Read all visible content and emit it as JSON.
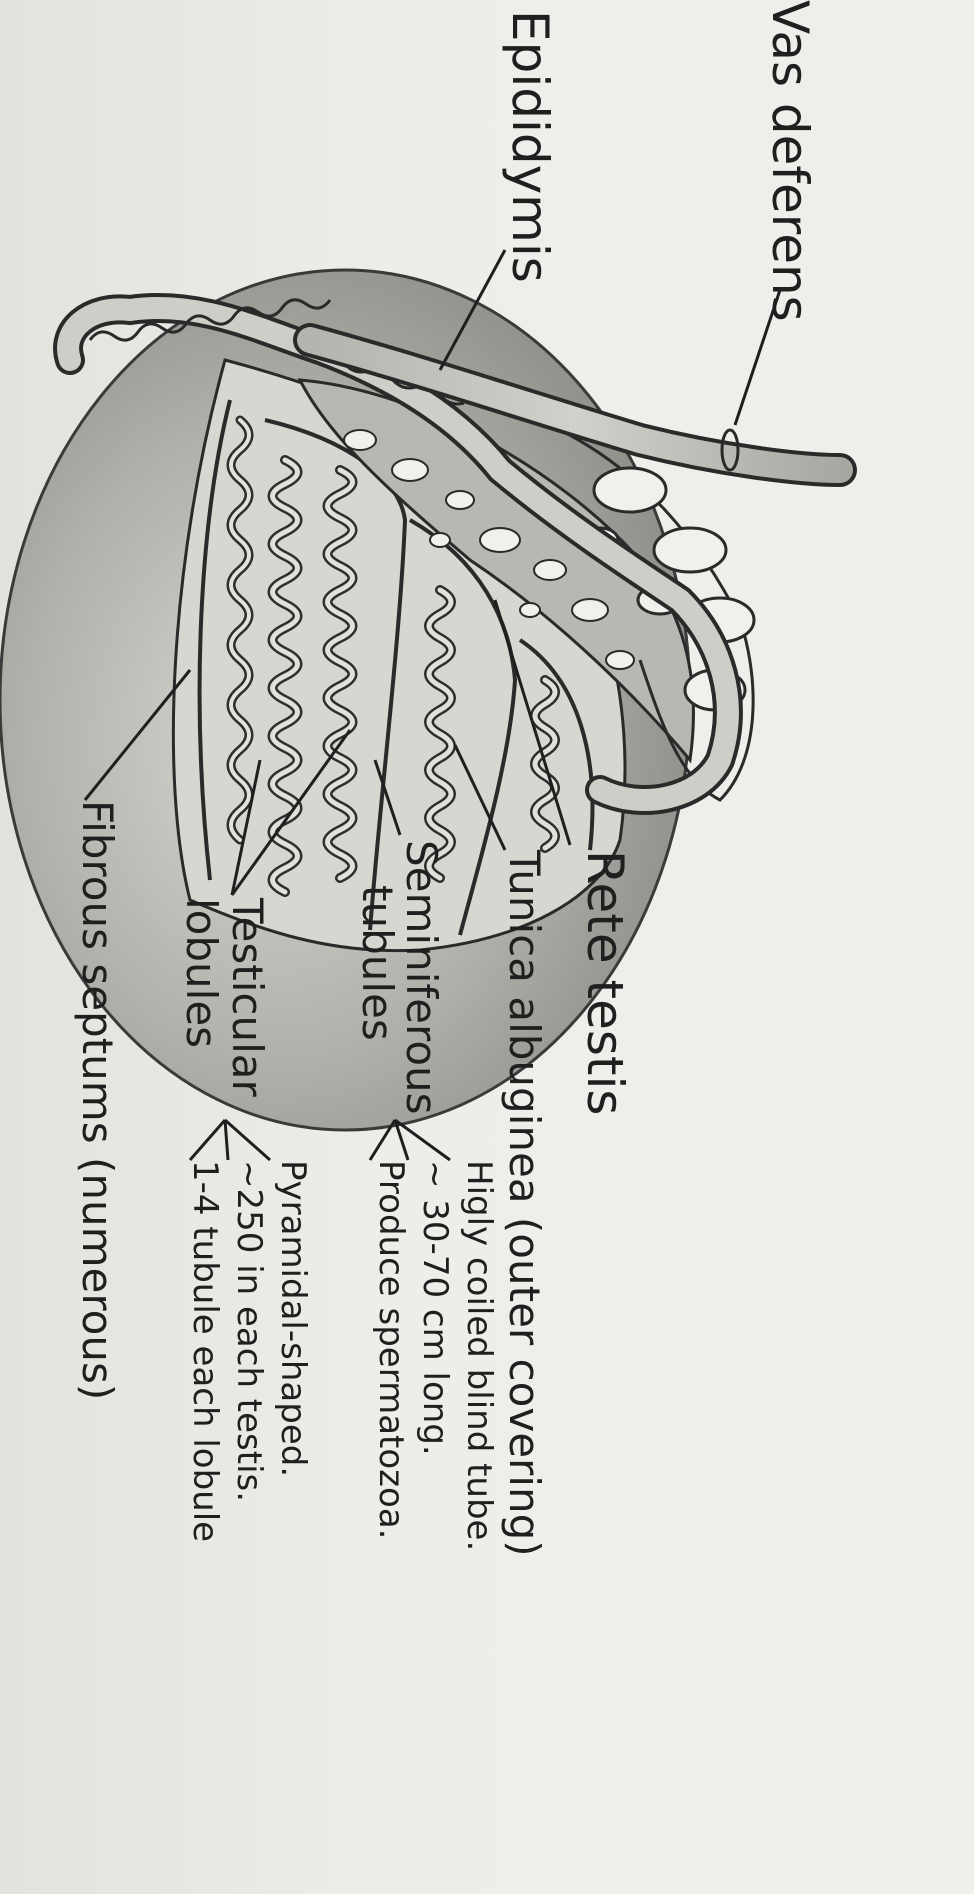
{
  "title": "",
  "labels": {
    "vas_deferens": "Vas deferens",
    "epididymis": "Epididymis",
    "rete_testis": "Rete testis",
    "tunica_albuginea": "Tunica albuginea (outer covering)",
    "seminiferous_line1": "Seminiferous",
    "seminiferous_line2": "tubules",
    "testicular_line1": "Testicular",
    "testicular_line2": "lobules",
    "fibrous_septums": "Fibrous septums (numerous)"
  },
  "notes": {
    "seminiferous": [
      "Higly coiled blind tube.",
      "~ 30-70 cm long.",
      "Produce spermatozoa."
    ],
    "testicular": [
      "Pyramidal-shaped.",
      "~250 in each testis.",
      "1-4 tubule each lobule"
    ]
  },
  "colors": {
    "ink": "#1f1f1f",
    "testis_fill": "#a8a6a1",
    "tubule_fill": "#c9c7c2",
    "paper": "#ebe9e4"
  }
}
